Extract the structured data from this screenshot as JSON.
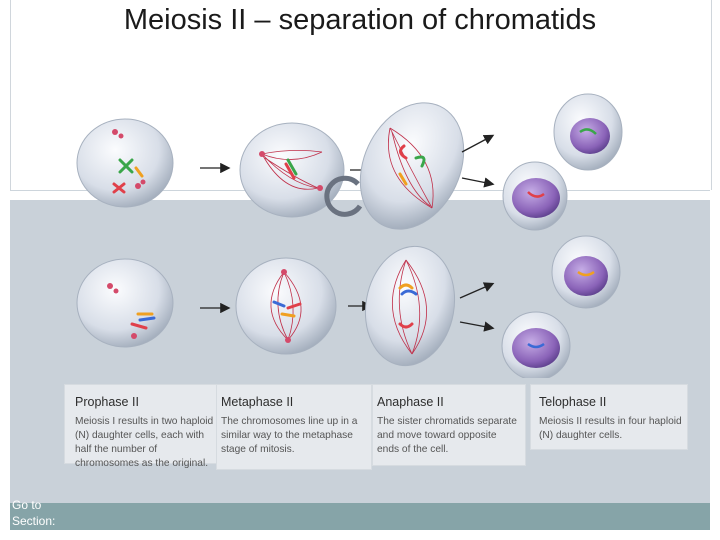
{
  "title": "Meiosis II – separation of chromatids",
  "phases": [
    {
      "label": "Prophase II",
      "description": "Meiosis I results in two haploid (N) daughter cells, each with half the number of chromosomes as the original."
    },
    {
      "label": "Metaphase II",
      "description": "The chromosomes line up in a similar way to the metaphase stage of mitosis."
    },
    {
      "label": "Anaphase II",
      "description": "The sister chromatids separate and move toward opposite ends of the cell."
    },
    {
      "label": "Telophase II",
      "description": "Meiosis II results in four haploid (N) daughter cells."
    }
  ],
  "nav": {
    "goto_label": "Go to Section:"
  },
  "colors": {
    "band": "#c9d1d9",
    "footer": "#86a4a8",
    "panel": "#e6e9ed",
    "spindle": "#c0304a",
    "daughter_cell": "#8a63b8"
  },
  "diagram": {
    "icons": [
      "cell-icon",
      "spindle-icon",
      "chromosome-icon",
      "arrow-icon",
      "cycle-arrow-icon"
    ]
  }
}
